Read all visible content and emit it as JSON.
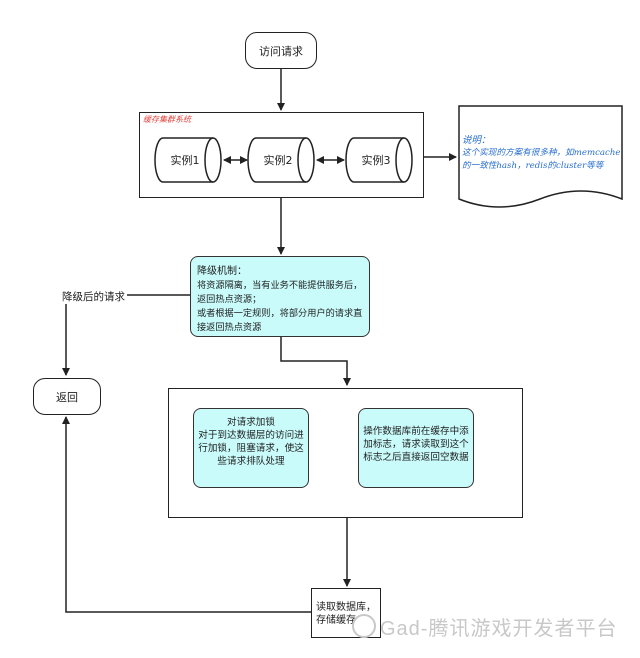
{
  "nodes": {
    "visit_request": "访问请求",
    "cluster_title": "缓存集群系统",
    "instance1": "实例1",
    "instance2": "实例2",
    "instance3": "实例3",
    "note_line1": "说明：",
    "note_line2": "这个实现的方案有很多种，如memcache",
    "note_line3": "的一致性hash，redis的cluster等等",
    "degrade_title": "降级机制：",
    "degrade_line1": "将资源隔离，当有业务不能提供服务后，",
    "degrade_line2": "返回热点资源；",
    "degrade_line3": "或者根据一定规则，将部分用户的请求直",
    "degrade_line4": "接返回热点资源",
    "degraded_request_label": "降级后的请求",
    "return": "返回",
    "lock_line1": "对请求加锁",
    "lock_line2": "对于到达数据层的访问进",
    "lock_line3": "行加锁，阻塞请求，使这",
    "lock_line4": "些请求排队处理",
    "flag_line1": "操作数据库前在缓存中添",
    "flag_line2": "加标志，请求读取到这个",
    "flag_line3": "标志之后直接返回空数据",
    "db_line1": "读取数据库，",
    "db_line2": "存储缓存"
  },
  "watermark": "Gad-腾讯游戏开发者平台"
}
